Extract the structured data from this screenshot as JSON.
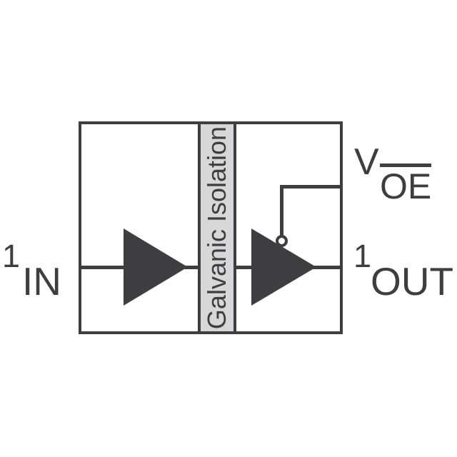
{
  "diagram": {
    "barrier_label": "Galvanic Isolation",
    "input_pin": {
      "number": "1",
      "name": "IN"
    },
    "output_pin": {
      "number": "1",
      "name": "OUT"
    },
    "enable_pin": {
      "prefix": "V",
      "signal": "OE",
      "overbar": true
    },
    "colors": {
      "line": "#3e3e40",
      "barrier_fill": "#d7d7d7",
      "background": "#ffffff"
    }
  }
}
